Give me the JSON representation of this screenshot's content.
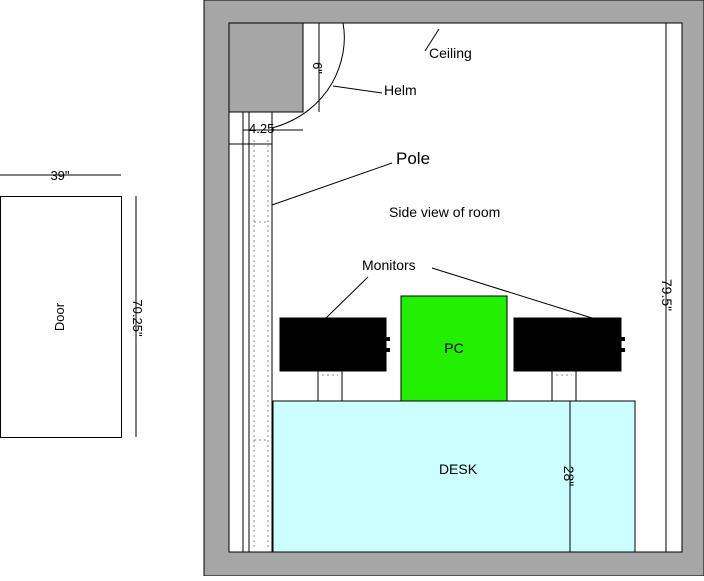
{
  "door": {
    "label": "Door",
    "width_label": "39\"",
    "height_label": "70.25\""
  },
  "room": {
    "title": "Side view of room",
    "ceiling_label": "Ceiling",
    "helm_label": "Helm",
    "helm_dim_label": "6\"",
    "pole_label": "Pole",
    "pole_dim_label": "4.25",
    "monitors_label": "Monitors",
    "pc_label": "PC",
    "desk_label": "DESK",
    "desk_height_label": "28\"",
    "room_height_label": "79.5\""
  },
  "colors": {
    "wall": "#a6a6a6",
    "pc": "#22ee00",
    "desk": "#ccffff",
    "monitor": "#000000"
  }
}
